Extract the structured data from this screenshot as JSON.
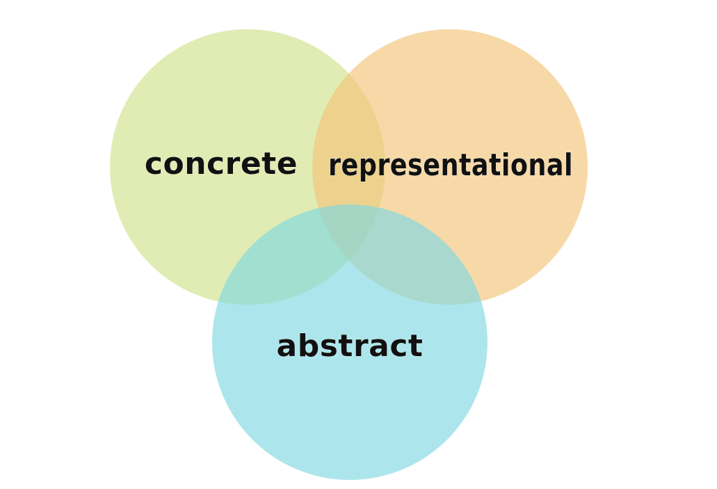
{
  "circles": [
    {
      "id": "concrete",
      "label": "concrete",
      "color": "#cfe28a"
    },
    {
      "id": "representational",
      "label": "representational",
      "color": "#f3c47a"
    },
    {
      "id": "abstract",
      "label": "abstract",
      "color": "#7fd8e2"
    }
  ],
  "circle_opacity": 0.65
}
